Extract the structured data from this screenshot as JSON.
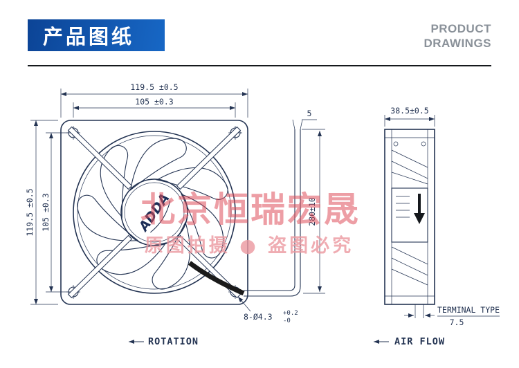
{
  "header": {
    "title_cn": "产品图纸",
    "title_en_1": "PRODUCT",
    "title_en_2": "DRAWINGS"
  },
  "front_view": {
    "dim_outer_width": "119.5 ±0.5",
    "dim_inner_width": "105 ±0.3",
    "dim_outer_height": "119.5 ±0.5",
    "dim_inner_height": "105 ±0.3",
    "brand": "ADDA",
    "hole_callout": "8-Ø4.3",
    "hole_tol_upper": "+0.2",
    "hole_tol_lower": "-0",
    "rotation_label": "ROTATION"
  },
  "side_view": {
    "dim_depth": "38.5±0.5",
    "dim_lead_length": "280±10",
    "dim_strip_length": "5",
    "terminal_label": "TERMINAL TYPE",
    "terminal_dim": "7.5",
    "airflow_label": "AIR FLOW"
  },
  "watermark": {
    "line1": "北京恒瑞宏晟",
    "line2": "原图拍摄 ● 盗图必究"
  },
  "colors": {
    "header_blue": "#1060b8",
    "line_navy": "#233352",
    "watermark_red": "#e0505c"
  }
}
